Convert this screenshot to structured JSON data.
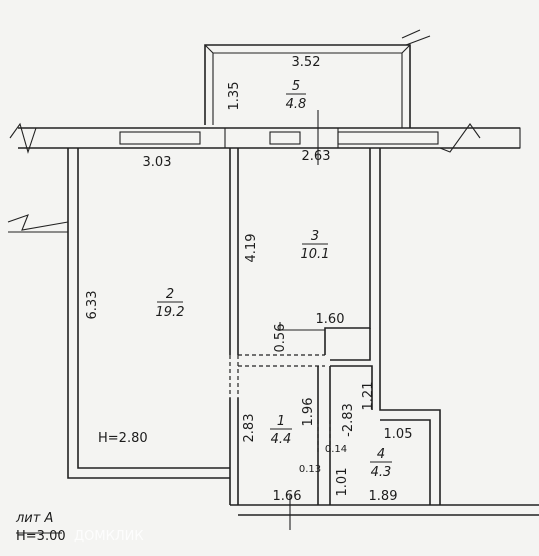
{
  "rooms": [
    {
      "number": "5",
      "area": "4.8"
    },
    {
      "number": "3",
      "area": "10.1"
    },
    {
      "number": "2",
      "area": "19.2"
    },
    {
      "number": "1",
      "area": "4.4"
    },
    {
      "number": "4",
      "area": "4.3"
    }
  ],
  "dimensions": {
    "balcony_width": "3.52",
    "balcony_depth": "1.35",
    "room2_width": "3.03",
    "room2_length": "6.33",
    "room3_width": "2.63",
    "room3_length": "4.19",
    "room3_step": "1.60",
    "door_opening": "0.56",
    "room1_height": "2.83",
    "room1_right": "1.96",
    "wall_014": "0.14",
    "wall_013": "0.13",
    "room4_height": "-2.83",
    "room4_top": "1.21",
    "room4_step": "1.05",
    "room4_bottom_h": "1.01",
    "room1_width": "1.66",
    "room4_width": "1.89"
  },
  "ceiling_height_room": "H=2.80",
  "footer": {
    "lit": "лит А",
    "height": "Н=3.00",
    "watermark": "ДОМКЛИК"
  }
}
